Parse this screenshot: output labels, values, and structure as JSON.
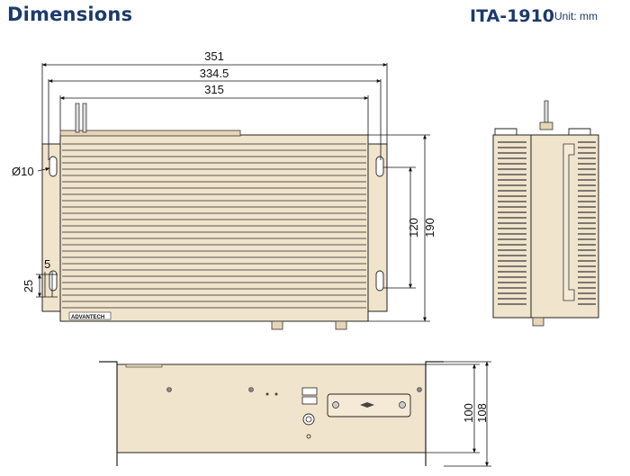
{
  "header": {
    "title": "Dimensions",
    "model": "ITA-1910",
    "unit": "Unit: mm"
  },
  "dimensions": {
    "width_overall": "351",
    "width_mid": "334.5",
    "width_inner": "315",
    "hole_diameter": "Ø10",
    "slot_width": "5",
    "slot_height": "25",
    "height_inner": "120",
    "height_outer": "190",
    "depth_inner": "100",
    "depth_outer": "108"
  },
  "brand_label": "ADVANTECH",
  "colors": {
    "title": "#1c3a6b",
    "chassis": "#f1e4cc",
    "outline": "#222222"
  }
}
